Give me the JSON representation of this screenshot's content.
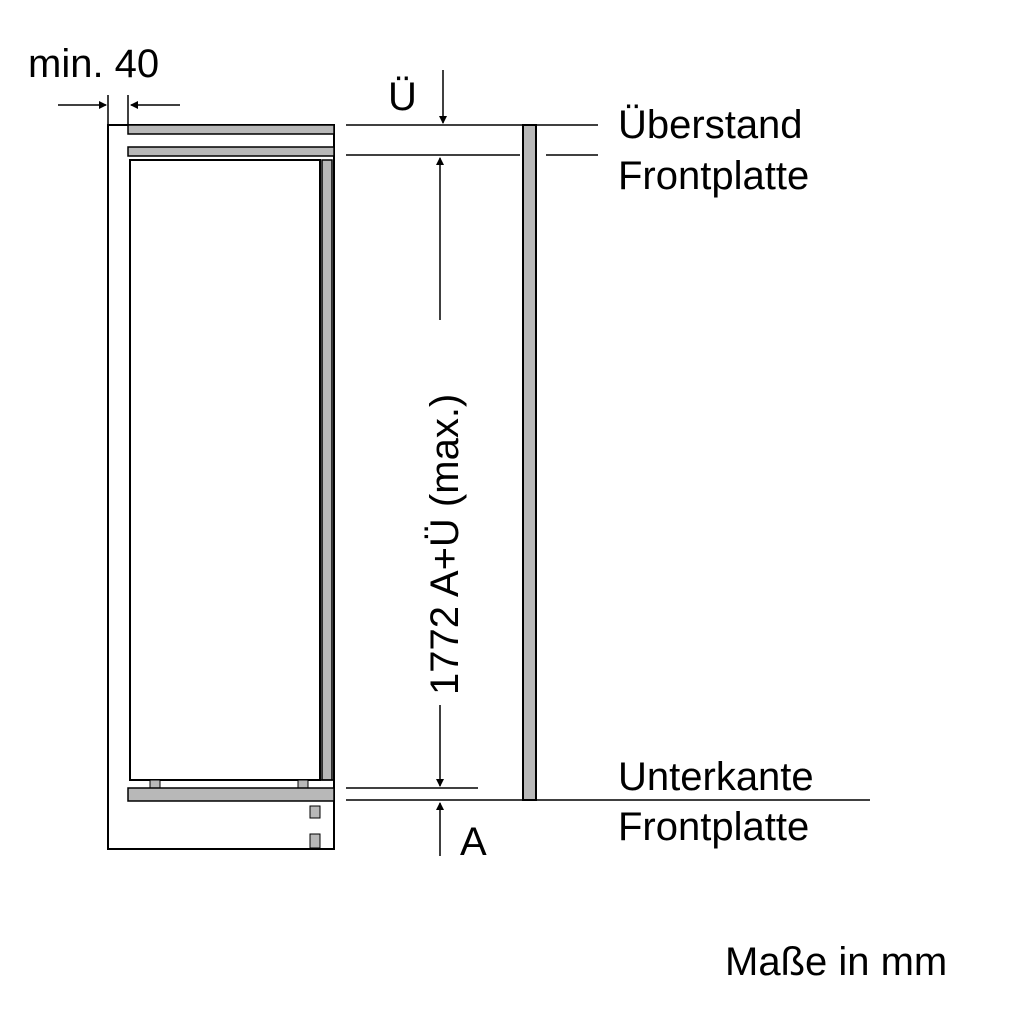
{
  "labels": {
    "min_gap": "min. 40",
    "u_symbol": "Ü",
    "a_symbol": "A",
    "overhang_line1": "Überstand",
    "overhang_line2": "Frontplatte",
    "lower_edge_line1": "Unterkante",
    "lower_edge_line2": "Frontplatte",
    "height_dimension": "1772 A+Ü (max.)",
    "units_note": "Maße in mm"
  },
  "colors": {
    "line": "#000000",
    "panel_gray": "#b8b8b8",
    "background": "#ffffff"
  }
}
